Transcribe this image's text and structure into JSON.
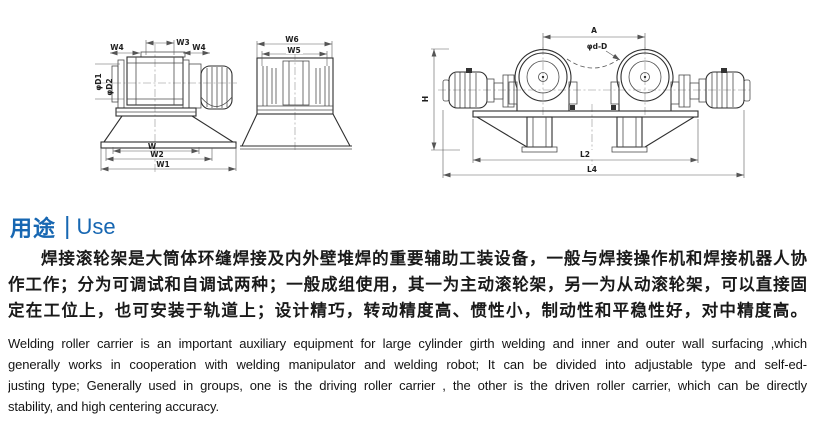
{
  "page": {
    "background": "#ffffff",
    "accent_blue": "#1767b2",
    "body_text_color": "#1a1a1a"
  },
  "heading": {
    "zh": "用途",
    "divider": "|",
    "en": "Use"
  },
  "intro_zh": {
    "lines": [
      "焊接滚轮架是大筒体环缝焊接及内外壁堆焊的重要辅助工装设备，一般与焊接操作机和焊接机器人协",
      "作工作；分为可调试和自调试两种；一般成组使用，其一为主动滚轮架，另一为从动滚轮架，可以直接固",
      "定在工位上，也可安装于轨道上；设计精巧，转动精度高、惯性小，制动性和平稳性好，对中精度高。"
    ]
  },
  "intro_en": {
    "lines": [
      "Welding roller carrier is an important auxiliary equipment for large cylinder girth welding and inner and outer wall surfacing ,which",
      "generally works in cooperation with welding manipulator and welding robot; It can be divided into adjustable type and self-ed-",
      "justing type; Generally used in groups, one is the driving roller carrier , the other is the driven roller carrier, which can be directly",
      "stability, and high centering accuracy."
    ]
  },
  "diagrams": {
    "front": {
      "w3": "W3",
      "w4_left": "W4",
      "w4_right": "W4",
      "d1": "φD1",
      "d2": "φD2",
      "w": "W",
      "w2": "W2",
      "w1": "W1"
    },
    "side": {
      "w6": "W6",
      "w5": "W5"
    },
    "assembly": {
      "a": "A",
      "dd": "φd-D",
      "h": "H",
      "l2": "L2",
      "l4": "L4"
    }
  }
}
